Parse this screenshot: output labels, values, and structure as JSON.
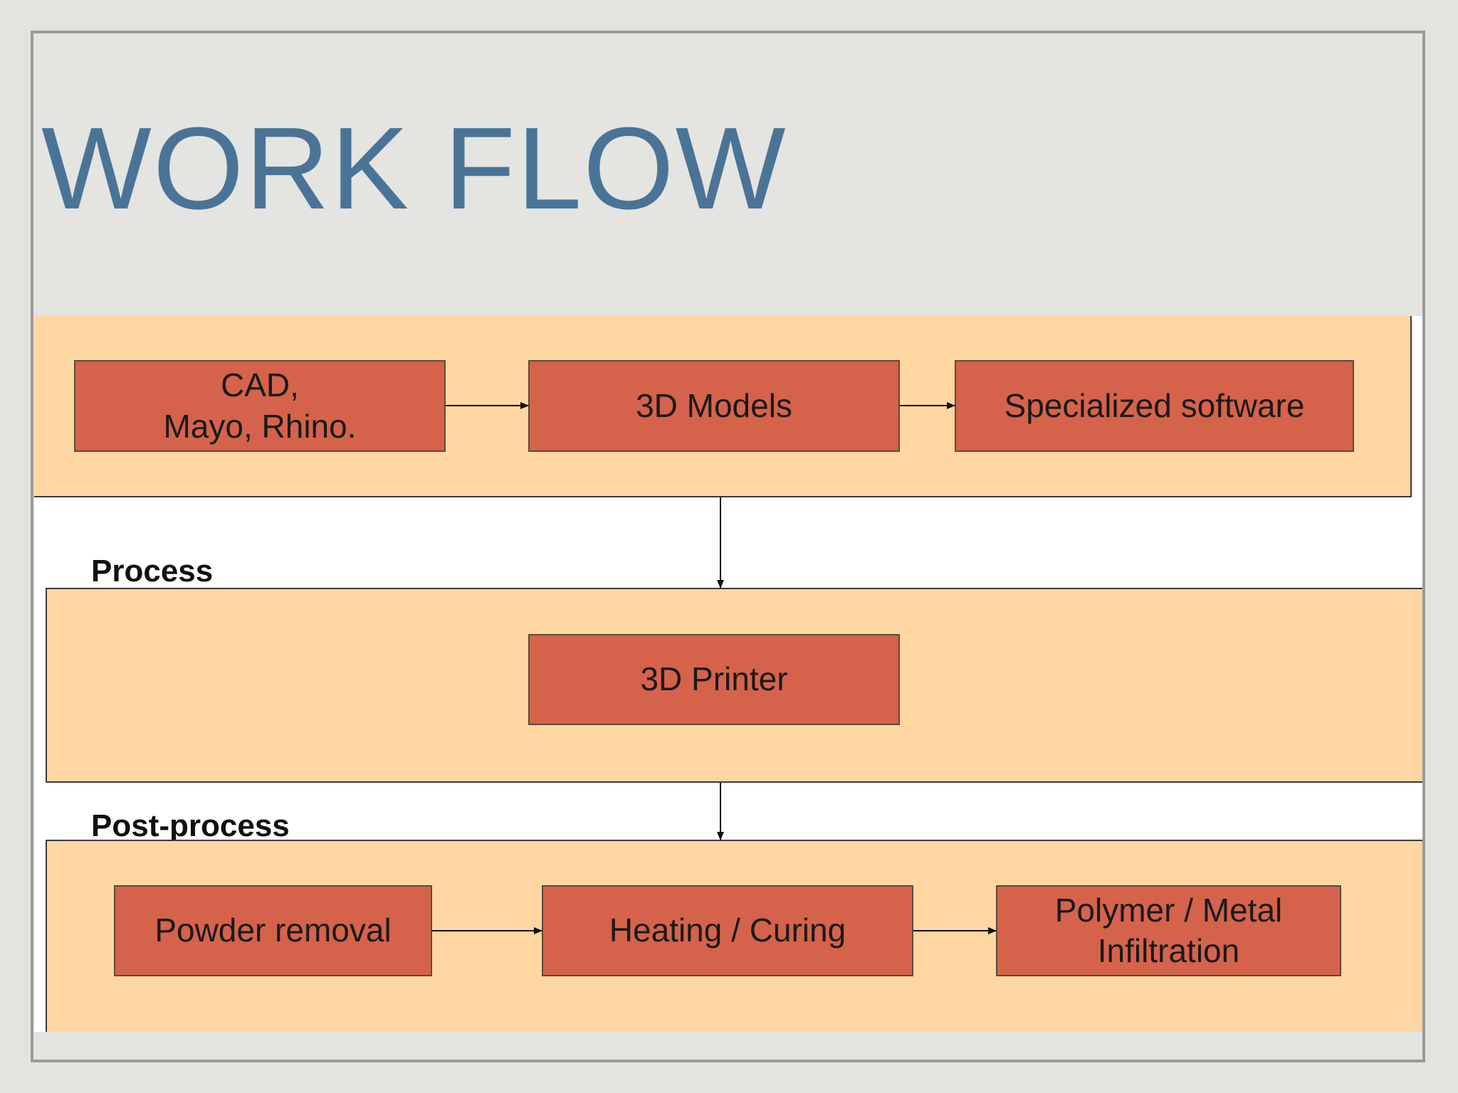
{
  "slide": {
    "title": "WORK FLOW"
  },
  "diagram": {
    "sections": [
      {
        "id": "pre-process",
        "label": ""
      },
      {
        "id": "process",
        "label": "Process"
      },
      {
        "id": "post-process",
        "label": "Post-process"
      }
    ],
    "nodes": {
      "cad": "CAD,\nMayo, Rhino.",
      "models": "3D Models",
      "software": "Specialized software",
      "printer": "3D Printer",
      "powder": "Powder removal",
      "heating": "Heating / Curing",
      "infiltration": "Polymer / Metal\nInfiltration"
    },
    "edges": [
      [
        "cad",
        "models"
      ],
      [
        "models",
        "software"
      ],
      [
        "pre-process",
        "process"
      ],
      [
        "process",
        "post-process"
      ],
      [
        "powder",
        "heating"
      ],
      [
        "heating",
        "infiltration"
      ]
    ],
    "colors": {
      "band": "#fdd6a1",
      "box": "#d5634b",
      "title": "#4a7497"
    }
  }
}
